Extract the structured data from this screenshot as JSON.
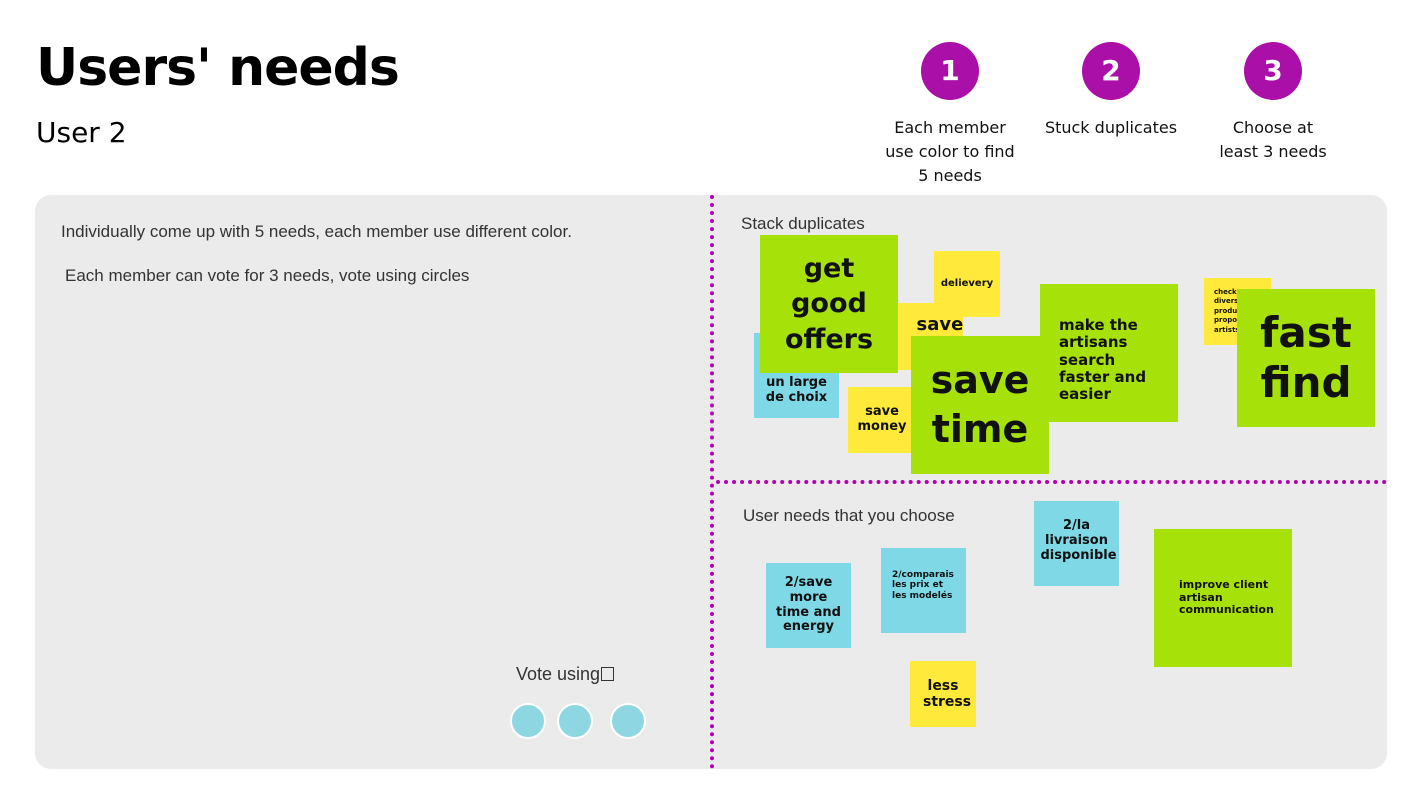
{
  "header": {
    "title": "Users' needs",
    "subtitle": "User 2"
  },
  "steps": [
    {
      "number": "1",
      "text": "Each member use color to find 5 needs"
    },
    {
      "number": "2",
      "text": "Stuck duplicates"
    },
    {
      "number": "3",
      "text": "Choose at least 3 needs"
    }
  ],
  "instructions": {
    "line1": "Individually come up with 5 needs, each member use different color.",
    "line2": "Each member can vote for 3 needs, vote using circles"
  },
  "vote": {
    "label": "Vote using"
  },
  "sections": {
    "stack_label": "Stack duplicates",
    "chosen_label": "User needs that you choose"
  },
  "stack_notes": {
    "choix": "un large de choix",
    "delievery": "delievery",
    "save_money": "save money",
    "save_partial": "save t",
    "get_good_offers": "get good offers",
    "save_time": "save time",
    "make_artisans": "make the artisans search faster and easier",
    "check_diverse": "check diverse produ propo artists",
    "fast_find": "fast find"
  },
  "chosen_notes": {
    "save_more_time": "2/save more time and energy",
    "comparais": "2/comparais les prix et les modelés",
    "livraison": "2/la livraison disponible",
    "improve_client": "improve client artisan communication",
    "less_stress": "less stress"
  },
  "colors": {
    "accent": "#aa10a8",
    "note_green": "#a6e10a",
    "note_yellow": "#ffe93a",
    "note_blue": "#7fd8e6",
    "board_bg": "#ebebeb"
  }
}
